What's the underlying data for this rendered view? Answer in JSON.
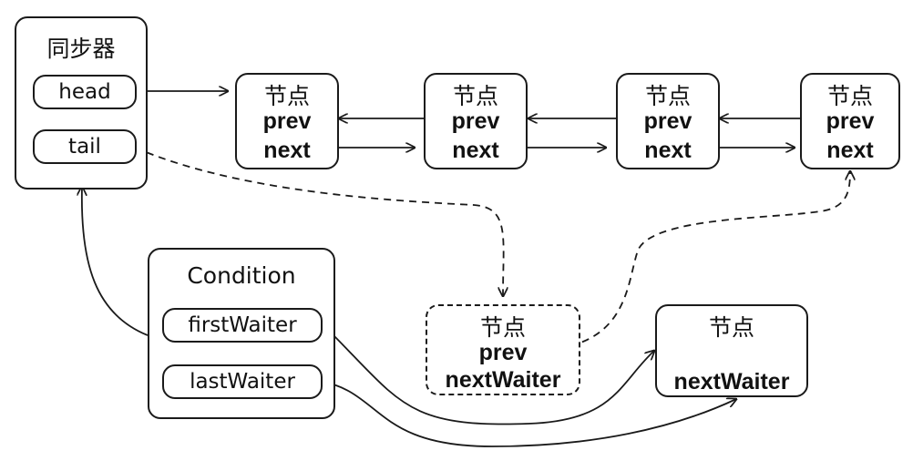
{
  "sync": {
    "title": "同步器",
    "head_label": "head",
    "tail_label": "tail"
  },
  "queue_nodes": [
    {
      "title": "节点",
      "prev": "prev",
      "next": "next"
    },
    {
      "title": "节点",
      "prev": "prev",
      "next": "next"
    },
    {
      "title": "节点",
      "prev": "prev",
      "next": "next"
    },
    {
      "title": "节点",
      "prev": "prev",
      "next": "next"
    }
  ],
  "condition": {
    "title": "Condition",
    "first_label": "firstWaiter",
    "last_label": "lastWaiter"
  },
  "moving_node": {
    "title": "节点",
    "prev": "prev",
    "next_waiter": "nextWaiter"
  },
  "waiting_node": {
    "title": "节点",
    "next_waiter": "nextWaiter"
  },
  "colors": {
    "line": "#1a1a1a",
    "text": "#111111",
    "background": "#ffffff"
  }
}
